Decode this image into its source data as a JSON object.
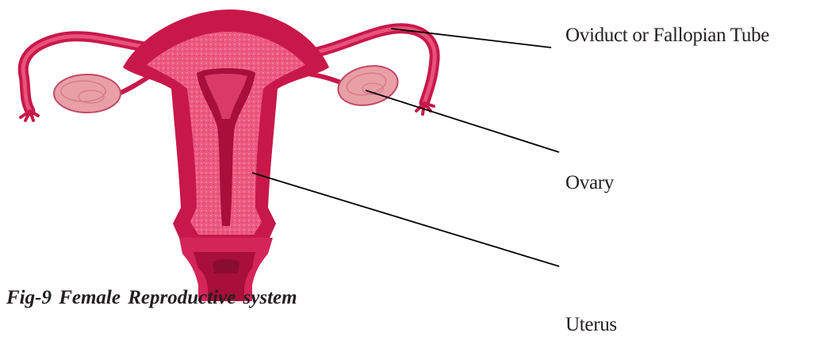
{
  "figure": {
    "caption": "Fig-9   Female Reproductive system",
    "labels": {
      "oviduct": "Oviduct or Fallopian Tube",
      "ovary": "Ovary",
      "uterus": "Uterus"
    },
    "colors": {
      "tissue_dark": "#c8184a",
      "tissue_mid": "#e33e6c",
      "tissue_light": "#f07a96",
      "ovary_fill": "#e8a0a6",
      "cavity": "#a80f3a",
      "leader_line": "#000000"
    }
  }
}
